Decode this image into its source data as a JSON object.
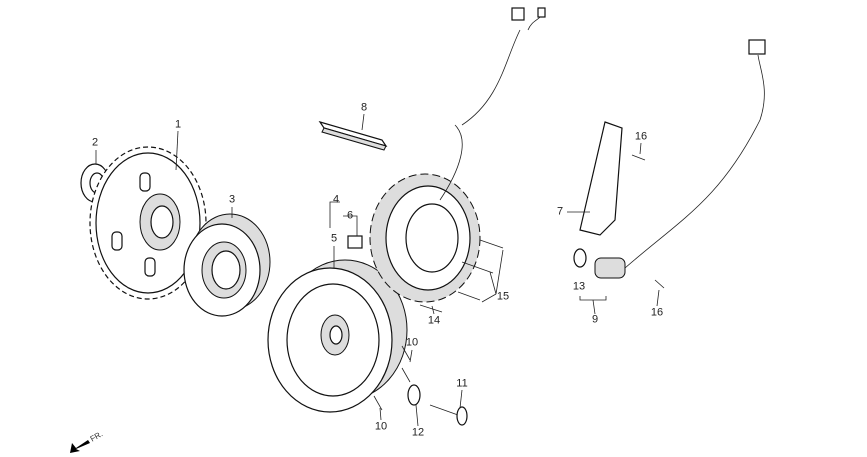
{
  "diagram": {
    "labels": {
      "l1": "1",
      "l2": "2",
      "l3": "3",
      "l4": "4",
      "l5": "5",
      "l6": "6",
      "l7": "7",
      "l8": "8",
      "l9": "9",
      "l10a": "10",
      "l10b": "10",
      "l11": "11",
      "l12": "12",
      "l13": "13",
      "l14": "14",
      "l15": "15",
      "l16a": "16",
      "l16b": "16"
    },
    "direction": "FR."
  }
}
